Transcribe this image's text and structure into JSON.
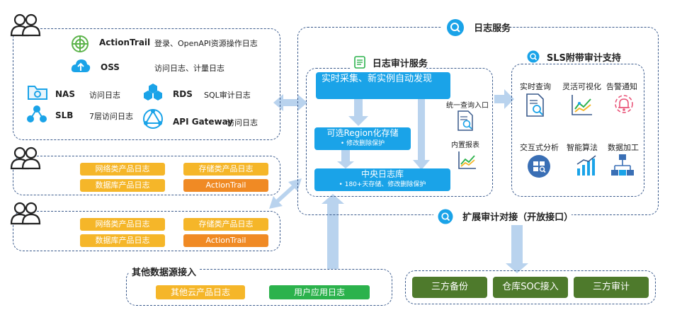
{
  "log_service": {
    "title": "日志服务"
  },
  "audit_service": {
    "title": "日志审计服务",
    "collect": "实时采集、新实例自动发现",
    "region_storage": "可选Region化存储",
    "region_sub": "•  修改删除保护",
    "central_store": "中央日志库",
    "central_sub": "•  180+天存储、修改删除保护",
    "unified_query": "统一查询入口",
    "builtin_reports": "内置报表"
  },
  "sls_support": {
    "title": "SLS附带审计支持",
    "items": [
      "实时查询",
      "灵活可视化",
      "告警通知",
      "交互式分析",
      "智能算法",
      "数据加工"
    ]
  },
  "sources": {
    "products": [
      {
        "name": "ActionTrail",
        "desc": "登录、OpenAPI资源操作日志"
      },
      {
        "name": "OSS",
        "desc": "访问日志、计量日志"
      },
      {
        "name": "NAS",
        "desc": "访问日志"
      },
      {
        "name": "RDS",
        "desc": "SQL审计日志"
      },
      {
        "name": "SLB",
        "desc": "7层访问日志"
      },
      {
        "name": "API Gateway",
        "desc": "访问日志"
      }
    ]
  },
  "account_groups": [
    [
      "网络类产品日志",
      "存储类产品日志",
      "数据库产品日志",
      "ActionTrail"
    ],
    [
      "网络类产品日志",
      "存储类产品日志",
      "数据库产品日志",
      "ActionTrail"
    ]
  ],
  "other_sources": {
    "title": "其他数据源接入",
    "cloud": "其他云产品日志",
    "app": "用户应用日志"
  },
  "extension": {
    "title": "扩展审计对接（开放接口）",
    "items": [
      "三方备份",
      "仓库SOC接入",
      "三方审计"
    ]
  },
  "colors": {
    "blue": "#1aa3e8",
    "light_arrow": "#b9d3ee",
    "orange": "#f5b629",
    "dark_orange": "#f08a24",
    "green": "#2bb24c",
    "dark_green": "#4e7a2c",
    "border": "#3a5a8c"
  },
  "icons": [
    "users-icon",
    "actiontrail-icon",
    "oss-icon",
    "nas-icon",
    "rds-icon",
    "slb-icon",
    "api-gateway-icon",
    "search-doc-icon",
    "chart-icon",
    "alert-icon",
    "analysis-icon",
    "algorithm-icon",
    "data-process-icon",
    "log-service-icon"
  ]
}
